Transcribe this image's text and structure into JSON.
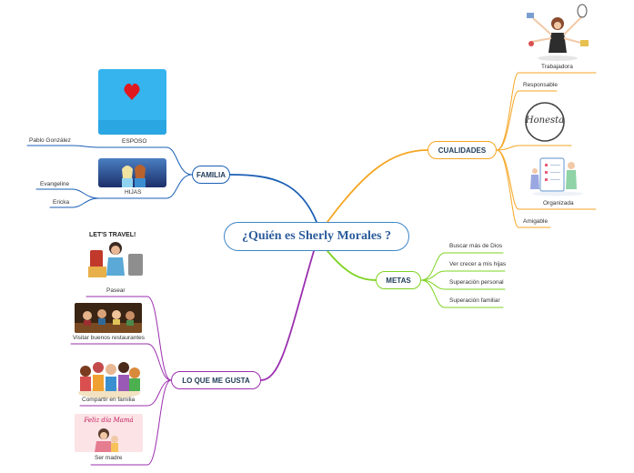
{
  "central": {
    "title": "¿Quién es Sherly Morales ?"
  },
  "colors": {
    "central": "#3d86c6",
    "familia": "#1a5fb4",
    "cualidades": "#f5a623",
    "metas": "#7ed321",
    "gusta": "#9b2fae"
  },
  "familia": {
    "label": "FAMILIA",
    "esposo": {
      "label": "ESPOSO",
      "name": "Pablo González"
    },
    "hijas": {
      "label": "HIJAS",
      "names": [
        "Evangeline",
        "Ericka"
      ]
    }
  },
  "cualidades": {
    "label": "CUALIDADES",
    "items": [
      "Trabajadora",
      "Responsable",
      "Organizada",
      "Amigable"
    ],
    "honesta_logo_text": "Honesta"
  },
  "metas": {
    "label": "METAS",
    "items": [
      "Buscar más de Dios",
      "Ver crecer a mis hijas",
      "Superación personal",
      "Superación familiar"
    ]
  },
  "gusta": {
    "label": "LO QUE ME GUSTA",
    "items": [
      "Pasear",
      "Visitar buenos restaurantes",
      "Compartir en familia",
      "Ser madre"
    ],
    "travel_text": "LET'S TRAVEL!",
    "madre_text": "Feliz día Mamá"
  }
}
